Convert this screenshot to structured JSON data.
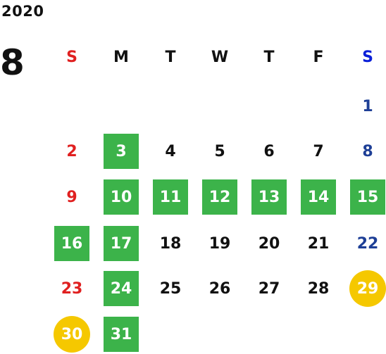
{
  "header": {
    "year": "2020",
    "month": "8"
  },
  "weekdays": [
    "S",
    "M",
    "T",
    "W",
    "T",
    "F",
    "S"
  ],
  "colors": {
    "sunday": "#e02020",
    "saturday": "#1e3f96",
    "highlight_green": "#3cb34a",
    "highlight_yellow": "#f5c800"
  },
  "days": [
    {
      "day": "1"
    },
    {
      "day": "2"
    },
    {
      "day": "3",
      "highlight": "green"
    },
    {
      "day": "4"
    },
    {
      "day": "5"
    },
    {
      "day": "6"
    },
    {
      "day": "7"
    },
    {
      "day": "8"
    },
    {
      "day": "9"
    },
    {
      "day": "10",
      "highlight": "green"
    },
    {
      "day": "11",
      "highlight": "green"
    },
    {
      "day": "12",
      "highlight": "green"
    },
    {
      "day": "13",
      "highlight": "green"
    },
    {
      "day": "14",
      "highlight": "green"
    },
    {
      "day": "15",
      "highlight": "green"
    },
    {
      "day": "16",
      "highlight": "green"
    },
    {
      "day": "17",
      "highlight": "green"
    },
    {
      "day": "18"
    },
    {
      "day": "19"
    },
    {
      "day": "20"
    },
    {
      "day": "21"
    },
    {
      "day": "22"
    },
    {
      "day": "23"
    },
    {
      "day": "24",
      "highlight": "green"
    },
    {
      "day": "25"
    },
    {
      "day": "26"
    },
    {
      "day": "27"
    },
    {
      "day": "28"
    },
    {
      "day": "29",
      "highlight": "yellow"
    },
    {
      "day": "30",
      "highlight": "yellow"
    },
    {
      "day": "31",
      "highlight": "green"
    }
  ]
}
